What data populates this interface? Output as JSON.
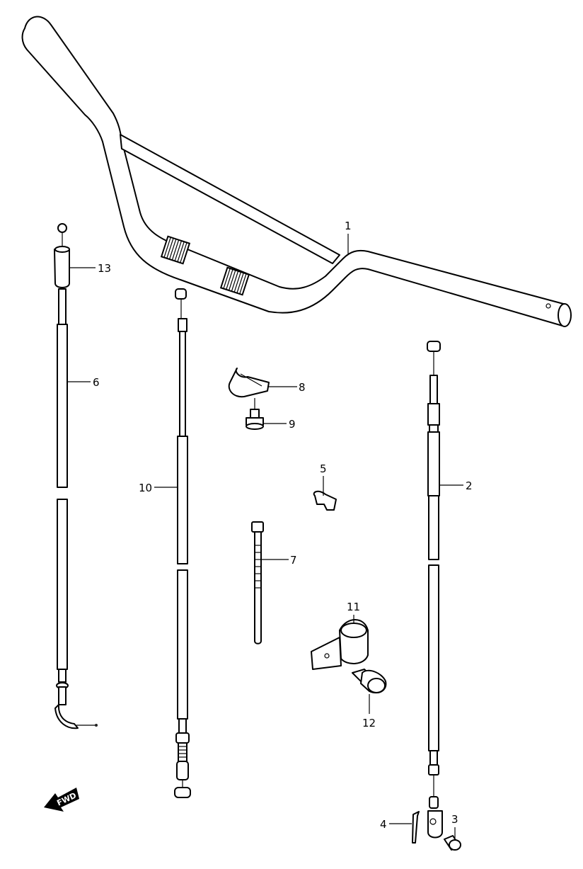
{
  "callouts": [
    {
      "id": "part-1",
      "label": "1"
    },
    {
      "id": "part-2",
      "label": "2"
    },
    {
      "id": "part-3",
      "label": "3"
    },
    {
      "id": "part-4",
      "label": "4"
    },
    {
      "id": "part-5",
      "label": "5"
    },
    {
      "id": "part-6",
      "label": "6"
    },
    {
      "id": "part-7",
      "label": "7"
    },
    {
      "id": "part-8",
      "label": "8"
    },
    {
      "id": "part-9",
      "label": "9"
    },
    {
      "id": "part-10",
      "label": "10"
    },
    {
      "id": "part-11",
      "label": "11"
    },
    {
      "id": "part-12",
      "label": "12"
    },
    {
      "id": "part-13",
      "label": "13"
    }
  ],
  "fwd_badge": {
    "label": "FWD",
    "icon": "fwd-arrow-icon"
  }
}
